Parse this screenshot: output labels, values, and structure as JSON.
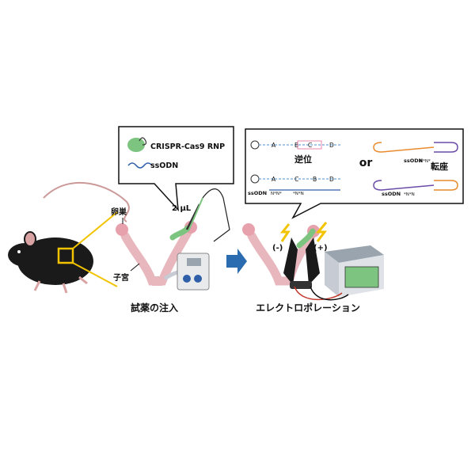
{
  "callout_left": {
    "reagent1": "CRISPR-Cas9 RNP",
    "reagent2": "ssODN"
  },
  "labels": {
    "ovary": "卵巣",
    "uterus": "子宮",
    "volume": "2 μL",
    "step1": "試薬の注入",
    "step2": "エレクトロポレーション",
    "minus": "(-)",
    "plus": "(+)"
  },
  "callout_right": {
    "inversion": "逆位",
    "or": "or",
    "translocation": "転座",
    "ssodn_left": "ssODN",
    "ssodn_right_top": "ssODN",
    "ssodn_right_bottom": "ssODN",
    "box_a_top": "A",
    "box_b_top": "B",
    "box_c_top": "C",
    "box_d_top": "D",
    "box_a_bot": "A",
    "box_b_bot": "B",
    "box_c_bot": "C",
    "box_d_bot": "D",
    "nn": "N*N*",
    "nn2": "*N*N"
  },
  "colors": {
    "yellow": "#F2C300",
    "green": "#7CC47F",
    "pink": "#E56A9A",
    "blue_seq": "#6FA8DC",
    "orange": "#E98A2D",
    "purple": "#6A4BA8",
    "arrow_blue": "#2B6CB0"
  }
}
